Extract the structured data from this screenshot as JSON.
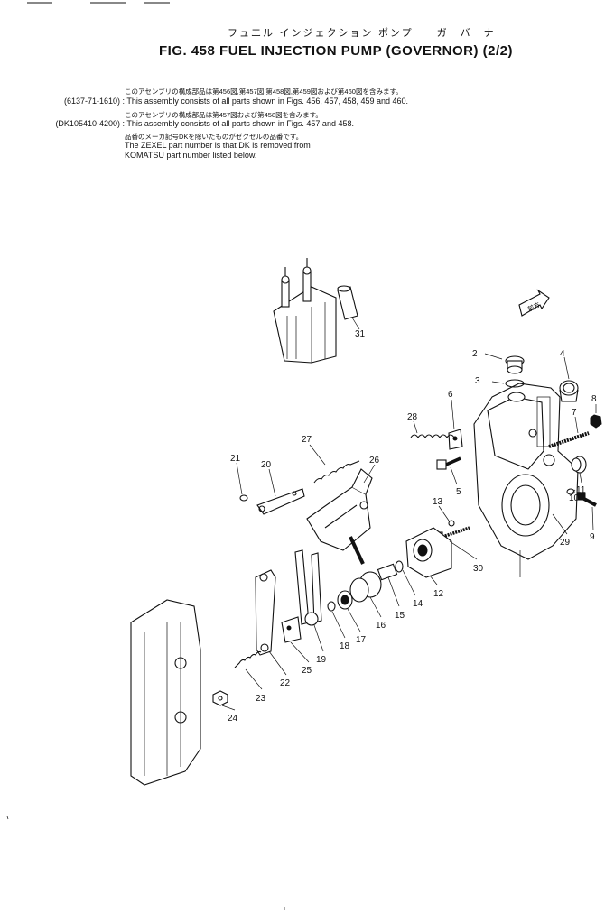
{
  "header": {
    "jp_title": "フュエル インジェクション ポンプ　　ガ　バ　ナ",
    "fig_title": "FIG. 458  FUEL  INJECTION  PUMP (GOVERNOR) (2/2)"
  },
  "notes": [
    {
      "code": "",
      "jp": "このアセンブリの構成部品は第456図,第457図,第458図,第459図および第460図を含みます。",
      "en": ""
    },
    {
      "code": "(6137-71-1610) :",
      "jp": "",
      "en": "This assembly consists of all parts shown in Figs. 456, 457, 458, 459 and 460."
    },
    {
      "code": "",
      "jp": "このアセンブリの構成部品は第457図および第458図を含みます。",
      "en": ""
    },
    {
      "code": "(DK105410-4200) :",
      "jp": "",
      "en": "This assembly consists of all parts shown in Figs. 457 and 458."
    },
    {
      "code": "",
      "jp": "品番のメーカ記号DKを除いたものがゼクセルの品番です。",
      "en": ""
    },
    {
      "code": "",
      "jp": "",
      "en": "The ZEXEL part number is that DK is removed from"
    },
    {
      "code": "",
      "jp": "",
      "en": "KOMATSU part number listed below."
    }
  ],
  "arrow_tag": "前方",
  "callouts": [
    "2",
    "3",
    "4",
    "6",
    "8",
    "7",
    "28",
    "27",
    "26",
    "21",
    "20",
    "5",
    "13",
    "11",
    "10",
    "9",
    "29",
    "30",
    "12",
    "14",
    "15",
    "16",
    "17",
    "18",
    "19",
    "22",
    "23",
    "24",
    "25",
    "31"
  ]
}
